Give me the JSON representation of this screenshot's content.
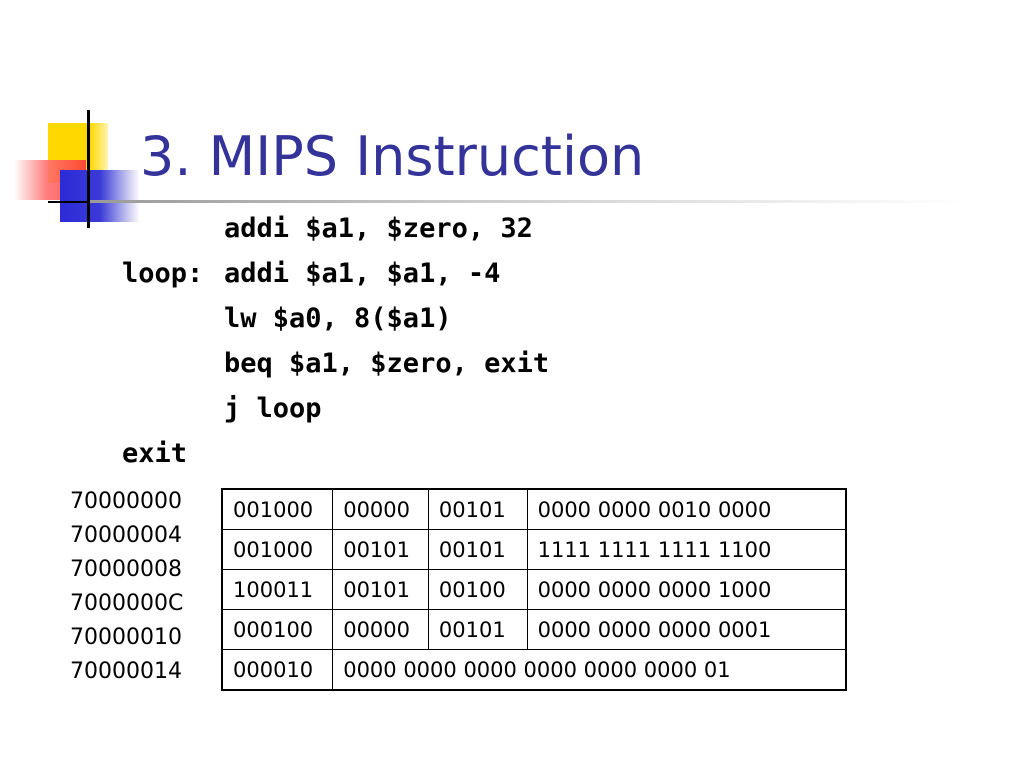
{
  "slide": {
    "title": "3. MIPS Instruction"
  },
  "code": [
    {
      "label": "",
      "instr": "addi $a1, $zero, 32"
    },
    {
      "label": "loop:",
      "instr": "addi $a1, $a1, -4"
    },
    {
      "label": "",
      "instr": "lw $a0, 8($a1)"
    },
    {
      "label": "",
      "instr": "beq $a1, $zero, exit"
    },
    {
      "label": "",
      "instr": "j loop"
    },
    {
      "label": "exit",
      "instr": ""
    }
  ],
  "addresses": [
    "70000000",
    "70000004",
    "70000008",
    "7000000C",
    "70000010",
    "70000014"
  ],
  "encoding_table": [
    [
      "001000",
      "00000",
      "00101",
      "0000 0000 0010 0000"
    ],
    [
      "001000",
      "00101",
      "00101",
      "1111 1111 1111 1100"
    ],
    [
      "100011",
      "00101",
      "00100",
      "0000 0000 0000 1000"
    ],
    [
      "000100",
      "00000",
      "00101",
      "0000 0000 0000 0001"
    ],
    [
      "000010",
      "0000 0000 0000 0000 0000 0000 01"
    ]
  ],
  "colors": {
    "title": "#333399",
    "logo_yellow": "#ffd800",
    "logo_red": "#ff3a3a",
    "logo_blue": "#2b2bd8"
  }
}
